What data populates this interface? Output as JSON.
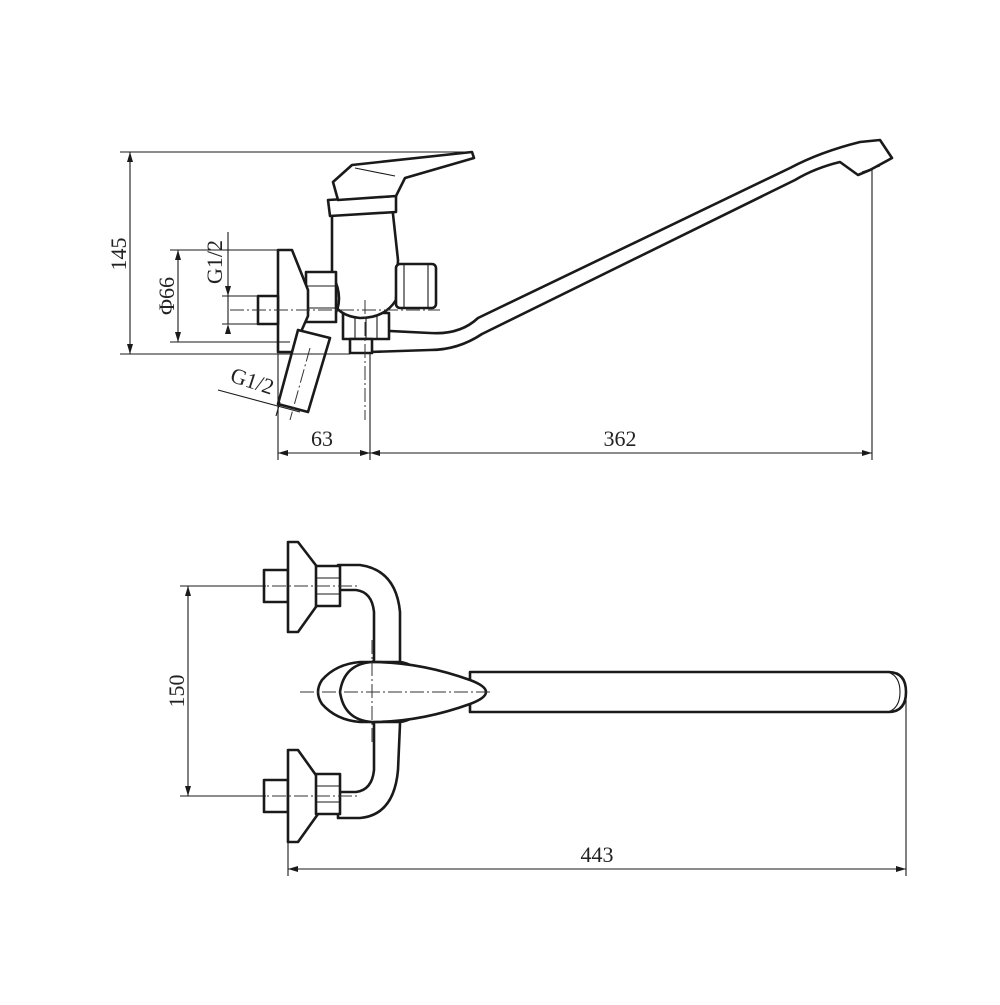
{
  "dimensions": {
    "height": "145",
    "body_diameter": "Φ66",
    "thread_inlet": "G1/2",
    "thread_outlet": "G1/2",
    "offset": "63",
    "spout_reach": "362",
    "center_distance": "150",
    "total_length": "443"
  },
  "colors": {
    "line": "#1a1a1a",
    "background": "#ffffff"
  }
}
